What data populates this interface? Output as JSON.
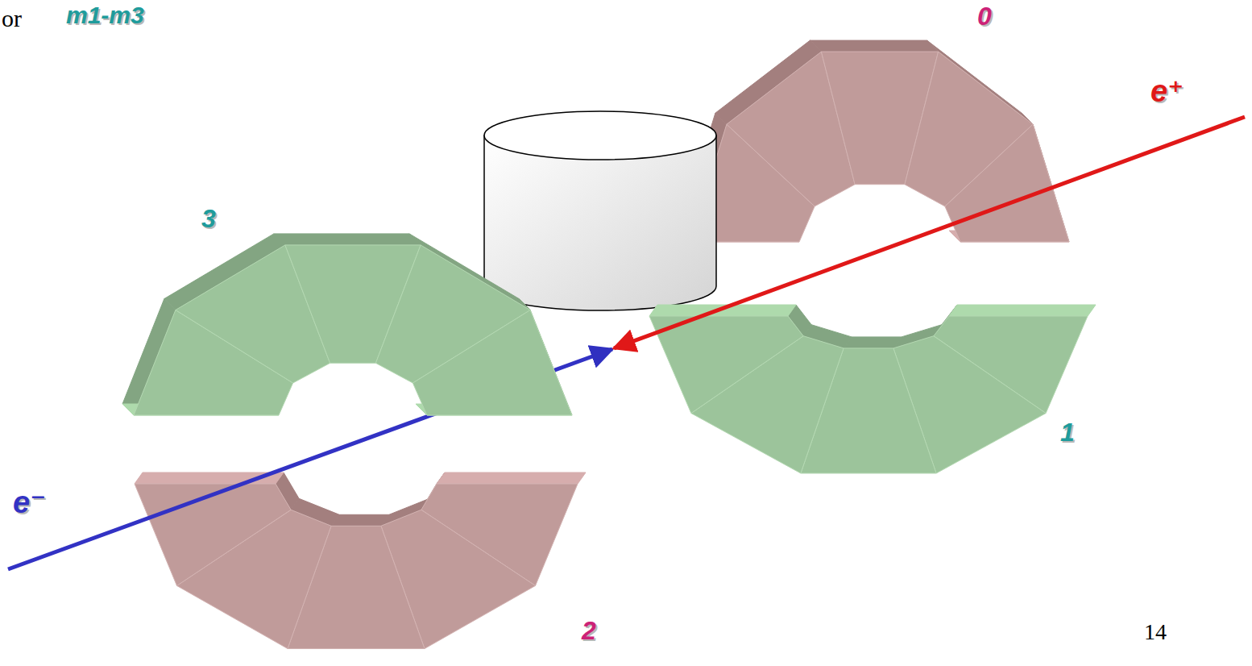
{
  "diagram": {
    "labels": [
      "or",
      "m1-m3",
      "0",
      "e⁺",
      "3",
      "1",
      "e⁻",
      "2",
      "14"
    ]
  }
}
